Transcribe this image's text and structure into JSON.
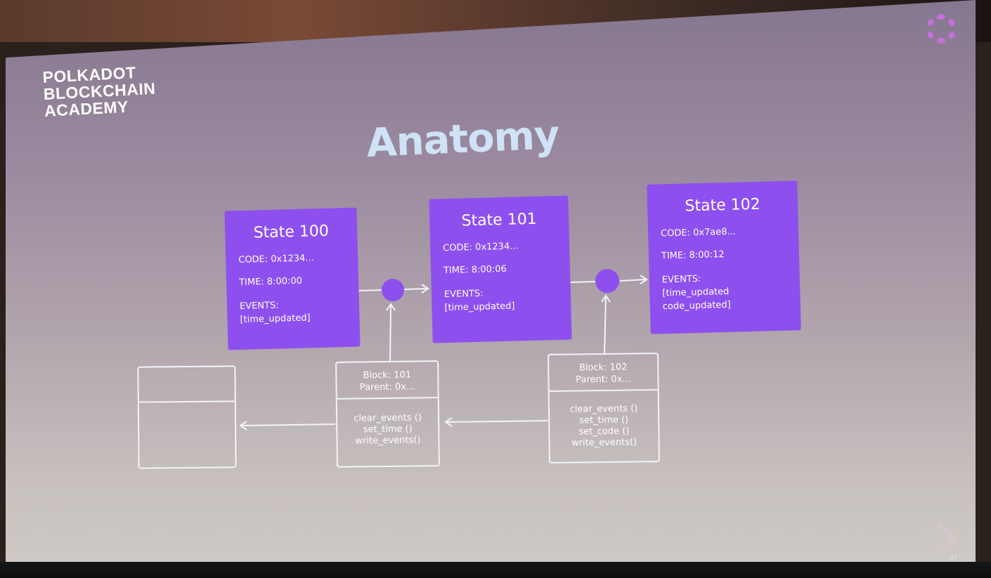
{
  "logo": {
    "lines": [
      "POLKADOT",
      "BLOCKCHAIN",
      "ACADEMY"
    ]
  },
  "title": "Anatomy",
  "states": [
    {
      "title": "State 100",
      "code": "CODE: 0x1234...",
      "time": "TIME: 8:00:00",
      "events_label": "EVENTS:",
      "events": [
        "[time_updated]"
      ]
    },
    {
      "title": "State 101",
      "code": "CODE: 0x1234...",
      "time": "TIME: 8:00:06",
      "events_label": "EVENTS:",
      "events": [
        "[time_updated]"
      ]
    },
    {
      "title": "State 102",
      "code": "CODE: 0x7ae8...",
      "time": "TIME: 8:00:12",
      "events_label": "EVENTS:",
      "events": [
        "[time_updated",
        "code_updated]"
      ]
    }
  ],
  "blocks": [
    {
      "header": [
        "Block: 101",
        "Parent: 0x..."
      ],
      "calls": [
        "clear_events ()",
        "set_time ()",
        "write_events()"
      ]
    },
    {
      "header": [
        "Block: 102",
        "Parent: 0x..."
      ],
      "calls": [
        "clear_events ()",
        "set_time ()",
        "set_code ()",
        "write_events()"
      ]
    }
  ],
  "slide_number": "27",
  "colors": {
    "state_fill": "#8e4fef",
    "title": "#cfe2f6",
    "lines": "#f2f4f8",
    "accent_pink": "#e6007a"
  },
  "icons": [
    "polkadot-logo-icon",
    "next-chevron-icon"
  ]
}
